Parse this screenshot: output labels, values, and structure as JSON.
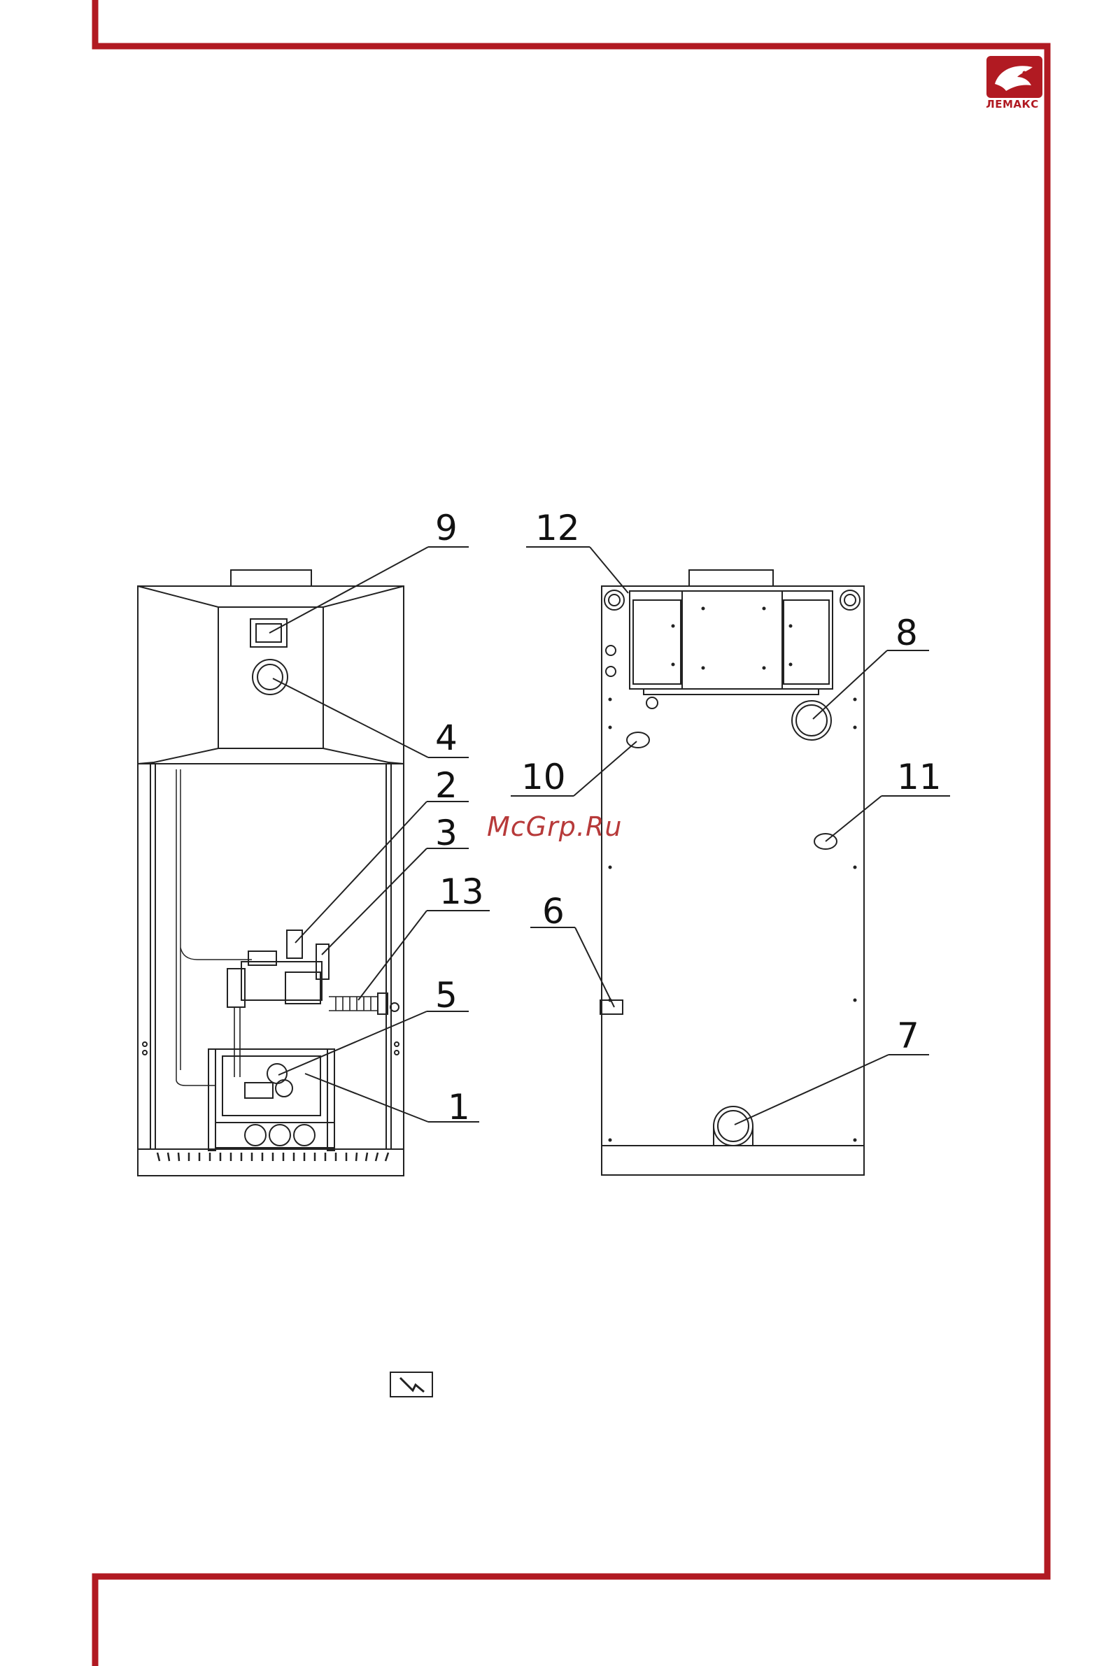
{
  "brand": {
    "logo_text": "ЛЕМАКС",
    "color": "#b11a22"
  },
  "watermark": "McGrp.Ru",
  "callouts": [
    "9",
    "4",
    "2",
    "3",
    "13",
    "5",
    "1",
    "12",
    "8",
    "10",
    "11",
    "6",
    "7"
  ],
  "icon": "lightning-bolt-icon",
  "colors": {
    "frame": "#b11a22",
    "line": "#222222"
  }
}
